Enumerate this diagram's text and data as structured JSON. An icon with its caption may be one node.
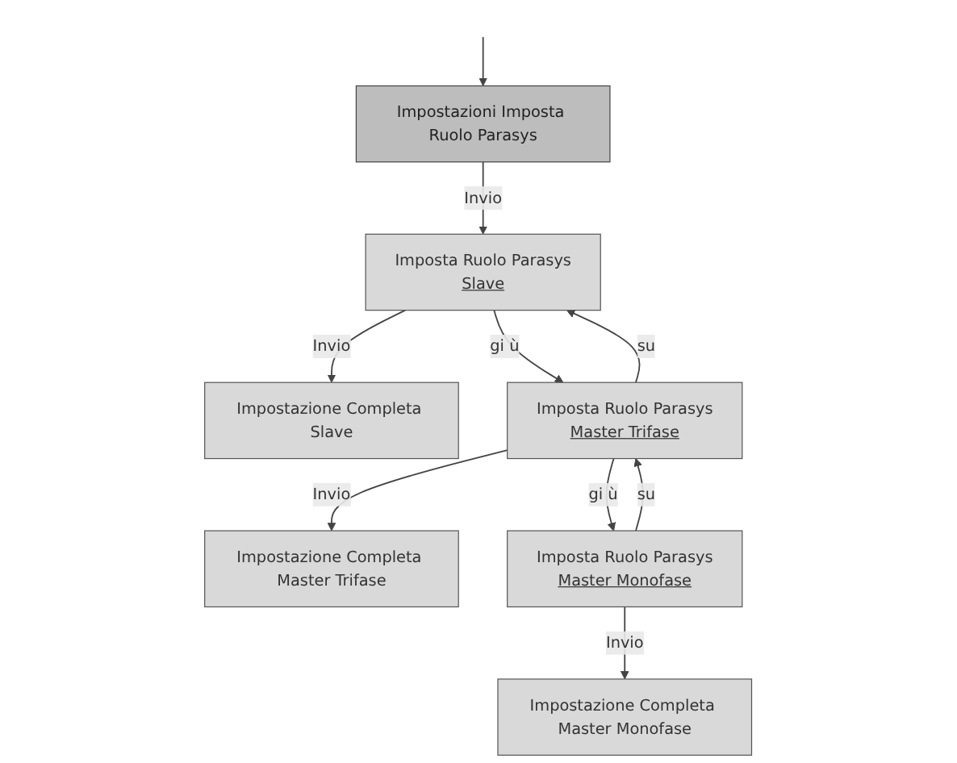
{
  "diagram": {
    "nodes": [
      {
        "text": [
          "Impostazioni Imposta Ruolo Parasys"
        ]
      },
      {
        "text": [
          "Imposta Ruolo Parasys",
          "Slave"
        ]
      },
      {
        "text": [
          "Impostazione Completa Slave"
        ]
      },
      {
        "text": [
          "Imposta Ruolo Parasys",
          "Master Trifase"
        ]
      },
      {
        "text": [
          "Impostazione Completa Master Trifase"
        ]
      },
      {
        "text": [
          "Imposta Ruolo Parasys",
          "Master Monofase"
        ]
      },
      {
        "text": [
          "Impostazione Completa Master Monofase"
        ]
      }
    ],
    "edges": [
      {
        "from": null,
        "to": 0,
        "arrow": "to"
      },
      {
        "from": 0,
        "to": 1,
        "arrow": "to",
        "label": "Invio"
      },
      {
        "from": 1,
        "to": 2,
        "arrow": "to",
        "label": "Invio"
      },
      {
        "from": 1,
        "to": 3,
        "arrow": "to",
        "label": "gi ù"
      },
      {
        "from": 3,
        "to": 1,
        "arrow": "to",
        "label": "su"
      },
      {
        "from": 3,
        "to": 4,
        "arrow": "to",
        "label": "Invio"
      },
      {
        "from": 5,
        "to": 3,
        "arrow": "to",
        "label": "su"
      },
      {
        "from": 3,
        "to": 5,
        "arrow": "to",
        "label": "gi ù"
      },
      {
        "from": 5,
        "to": 6,
        "arrow": "to",
        "label": "Invio"
      }
    ]
  }
}
